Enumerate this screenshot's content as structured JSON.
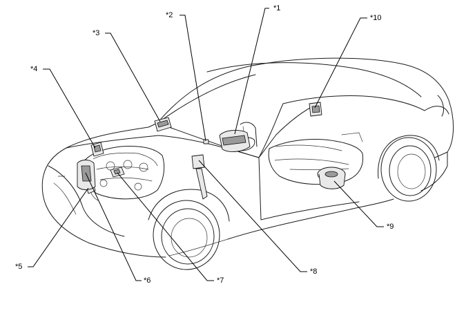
{
  "callouts": [
    {
      "id": "1",
      "label": "*1"
    },
    {
      "id": "2",
      "label": "*2"
    },
    {
      "id": "3",
      "label": "*3"
    },
    {
      "id": "4",
      "label": "*4"
    },
    {
      "id": "5",
      "label": "*5"
    },
    {
      "id": "6",
      "label": "*6"
    },
    {
      "id": "7",
      "label": "*7"
    },
    {
      "id": "8",
      "label": "*8"
    },
    {
      "id": "9",
      "label": "*9"
    },
    {
      "id": "10",
      "label": "*10"
    }
  ]
}
